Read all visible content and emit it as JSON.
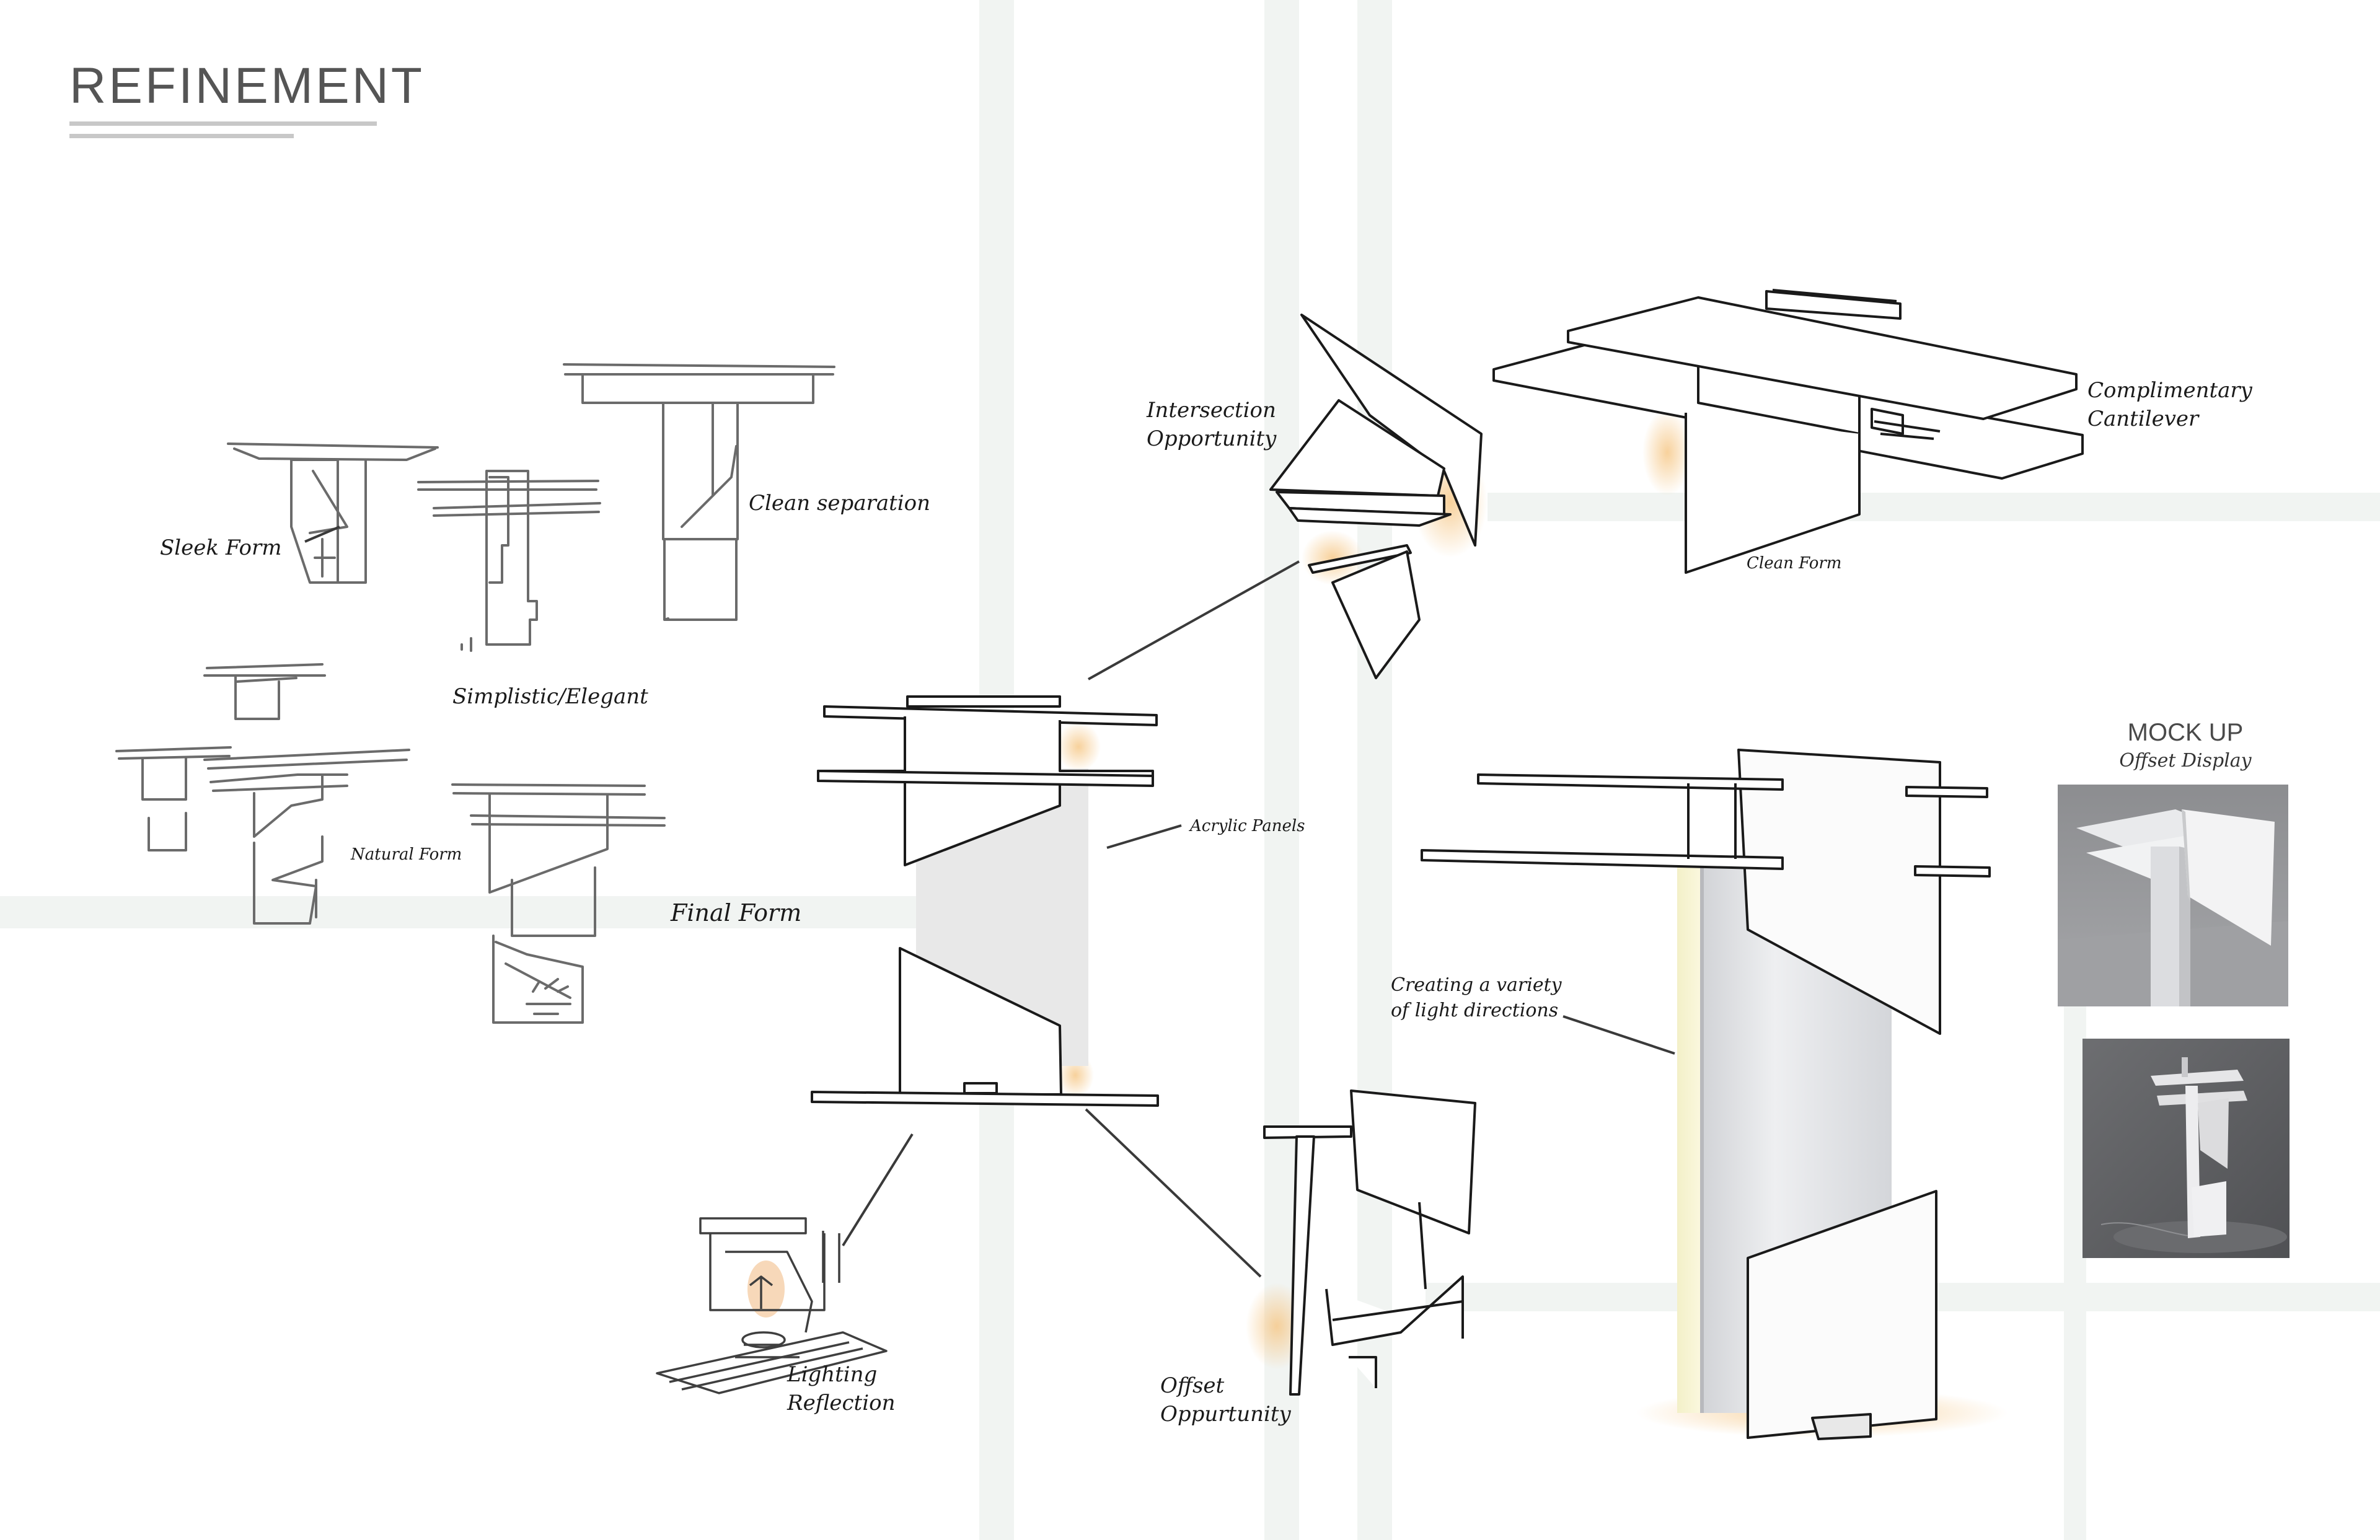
{
  "header": {
    "title": "REFINEMENT"
  },
  "annotations": {
    "sleek_form": "Sleek Form",
    "clean_separation": "Clean separation",
    "simplistic_elegant": "Simplistic/Elegant",
    "natural_form": "Natural Form",
    "final_form": "Final Form",
    "intersection_opportunity": [
      "Intersection",
      "Opportunity"
    ],
    "complimentary_cantilever": [
      "Complimentary",
      "Cantilever"
    ],
    "clean_form": "Clean Form",
    "acrylic_panels": "Acrylic Panels",
    "creating_variety": [
      "Creating a variety",
      "of light directions"
    ],
    "lighting_reflection": [
      "Lighting",
      "Reflection"
    ],
    "offset_oppurtunity": [
      "Offset",
      "Oppurtunity"
    ]
  },
  "mockup": {
    "title": "MOCK UP",
    "subtitle": "Offset Display"
  },
  "colors": {
    "ink": "#1a1a1a",
    "pencil": "#6b6b6b",
    "glow": "#f6c98a",
    "grid": "#f1f4f2",
    "acrylic": "#e6e6e8"
  }
}
